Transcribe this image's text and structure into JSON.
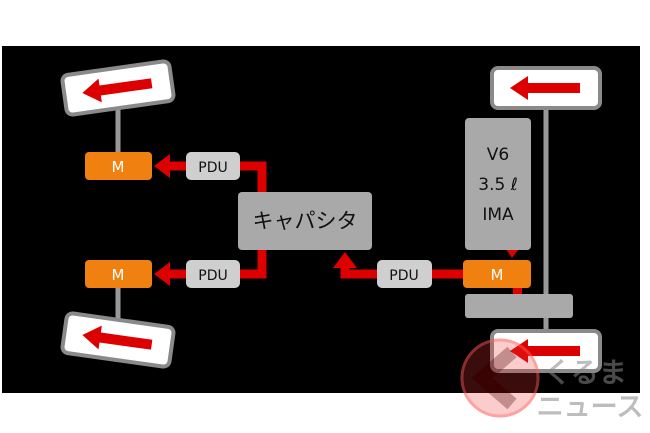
{
  "colors": {
    "background": "#000000",
    "motor": "#f08010",
    "pdu": "#cfcfcf",
    "capacitor": "#a9a9a9",
    "arrow": "#dd0000",
    "wheel": "#ffffff",
    "wheel_border": "#8a8a8a"
  },
  "labels": {
    "motor": "M",
    "pdu": "PDU",
    "capacitor": "キャパシタ",
    "engine_line1": "V6",
    "engine_line2": "3.5 ℓ",
    "engine_line3": "IMA"
  },
  "watermark": {
    "text_top": "くるま",
    "text_bottom": "ニュース"
  }
}
